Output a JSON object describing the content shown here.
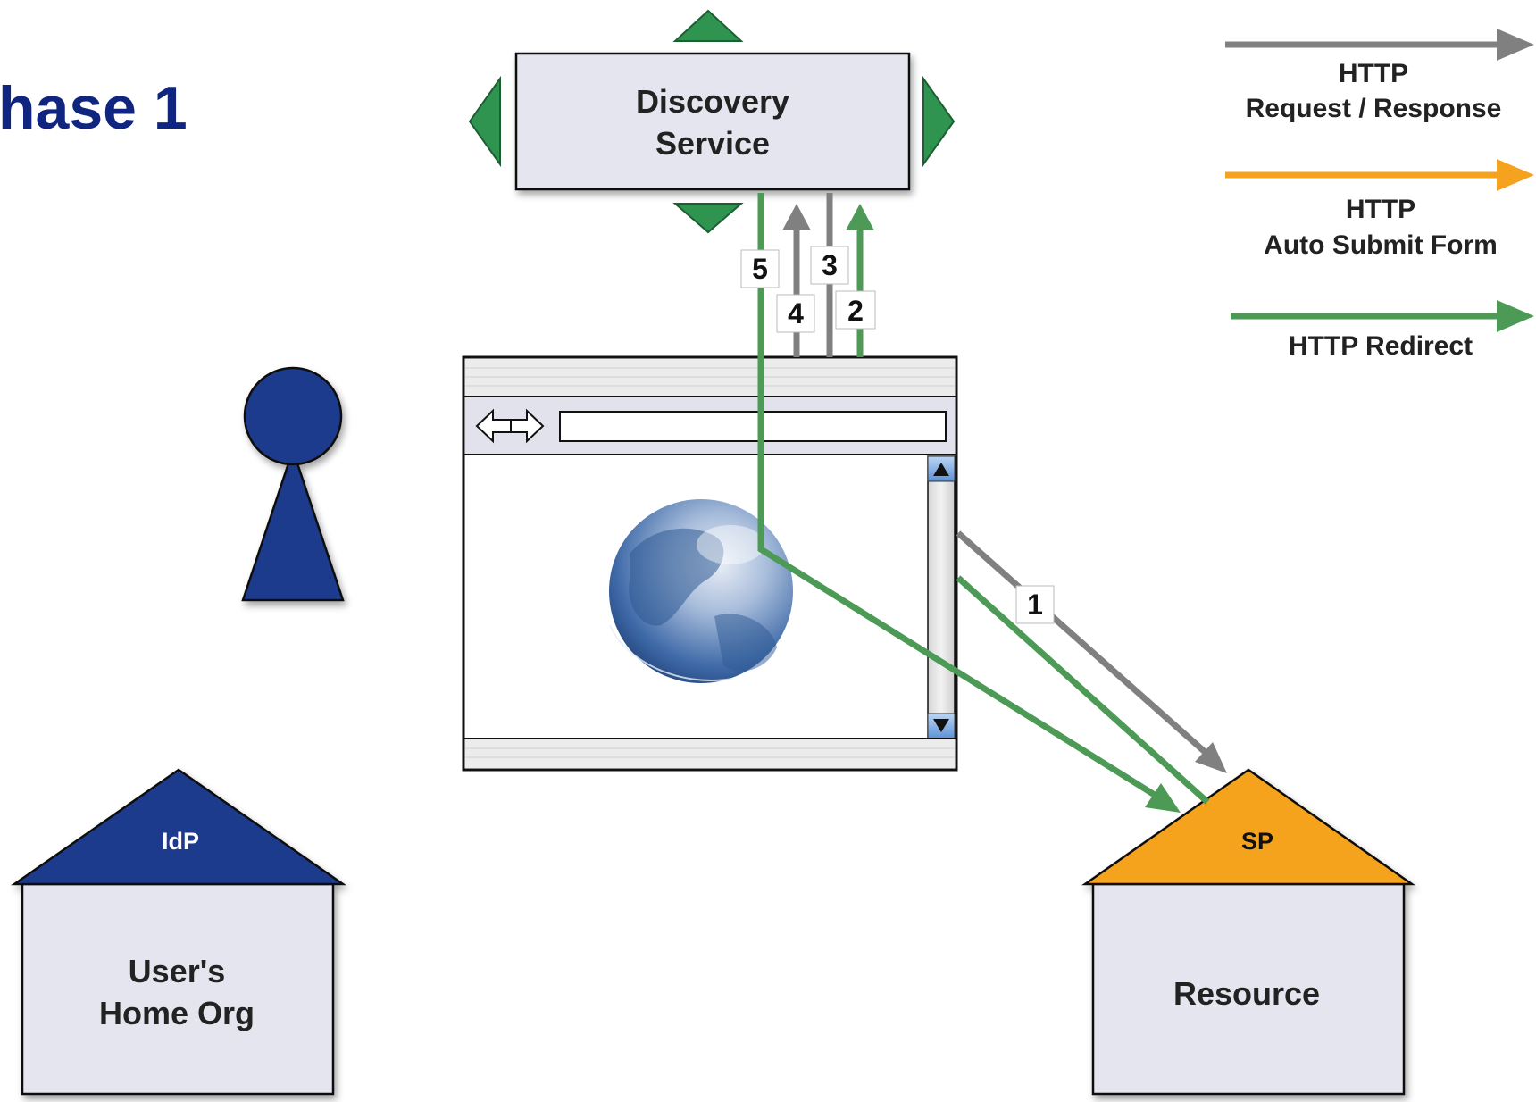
{
  "title": "hase 1",
  "discovery": {
    "line1": "Discovery",
    "line2": "Service"
  },
  "steps": {
    "s1": "1",
    "s2": "2",
    "s3": "3",
    "s4": "4",
    "s5": "5"
  },
  "legend": {
    "request_line1": "HTTP",
    "request_line2": "Request / Response",
    "autosubmit_line1": "HTTP",
    "autosubmit_line2": "Auto Submit Form",
    "redirect": "HTTP Redirect"
  },
  "idp": {
    "roof": "IdP",
    "line1": "User's",
    "line2": "Home Org"
  },
  "sp": {
    "roof": "SP",
    "body": "Resource"
  },
  "colors": {
    "title": "#0f2580",
    "gray_arrow": "#808080",
    "orange_arrow": "#f5a21f",
    "green_arrow": "#4c9a55",
    "box_fill": "#e4e5ee",
    "navy": "#1f3a8c",
    "sp_orange": "#f5a21f",
    "green_nav": "#2f9450"
  },
  "icons": [
    "arrow-left-right-icon",
    "scroll-up-icon",
    "scroll-down-icon",
    "globe-icon",
    "person-icon"
  ]
}
